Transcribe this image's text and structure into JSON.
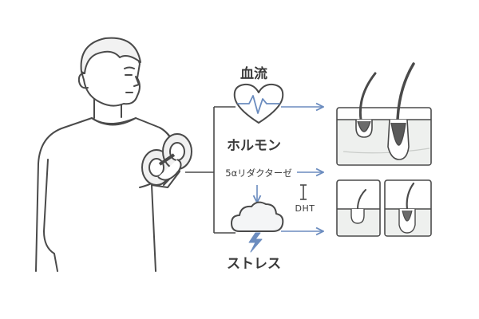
{
  "labels": {
    "blood_flow": "血流",
    "hormone": "ホルモン",
    "enzyme": "5αリダクターゼ",
    "dht": "DHT",
    "stress": "ストレス"
  },
  "colors": {
    "line": "#4a4a4a",
    "accent_blue": "#6b8cbf",
    "skin_fill": "#eef0ee",
    "heart_fill": "#ffffff",
    "icon_fill": "#f4f5f6"
  },
  "icons": {
    "person": "man-lifting-dumbbell-illustration",
    "heart": "heart-pulse-icon",
    "cloud": "storm-cloud-icon",
    "lightning": "lightning-bolt-icon"
  }
}
